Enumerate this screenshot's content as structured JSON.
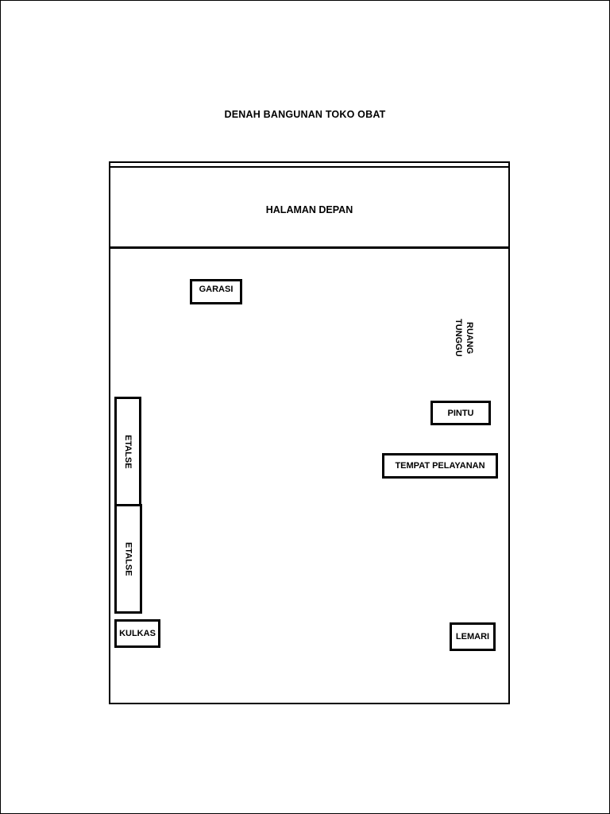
{
  "title": "DENAH BANGUNAN TOKO OBAT",
  "plan": {
    "front_yard": "HALAMAN DEPAN",
    "garage": "GARASI",
    "waiting_room_line1": "RUANG",
    "waiting_room_line2": "TUNGGU",
    "door": "PINTU",
    "display_case_1": "ETALSE",
    "display_case_2": "ETALSE",
    "service_counter": "TEMPAT PELAYANAN",
    "fridge": "KULKAS",
    "cupboard": "LEMARI"
  }
}
